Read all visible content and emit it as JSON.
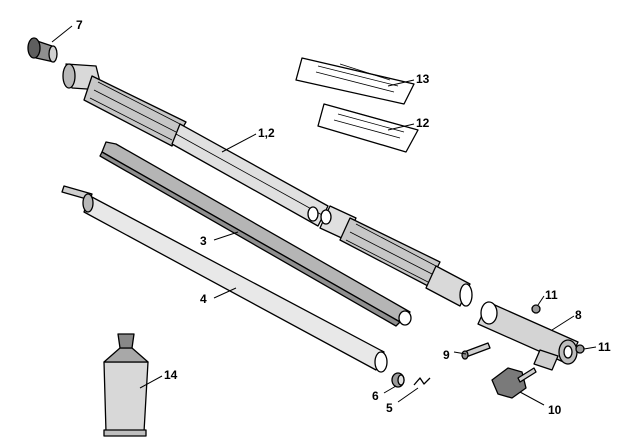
{
  "callouts": [
    {
      "id": "c7",
      "text": "7"
    },
    {
      "id": "c12a",
      "text": "1,2"
    },
    {
      "id": "c13",
      "text": "13"
    },
    {
      "id": "c12",
      "text": "12"
    },
    {
      "id": "c3",
      "text": "3"
    },
    {
      "id": "c4",
      "text": "4"
    },
    {
      "id": "c11a",
      "text": "11"
    },
    {
      "id": "c8",
      "text": "8"
    },
    {
      "id": "c9",
      "text": "9"
    },
    {
      "id": "c11b",
      "text": "11"
    },
    {
      "id": "c14",
      "text": "14"
    },
    {
      "id": "c6",
      "text": "6"
    },
    {
      "id": "c5",
      "text": "5"
    },
    {
      "id": "c10",
      "text": "10"
    }
  ]
}
